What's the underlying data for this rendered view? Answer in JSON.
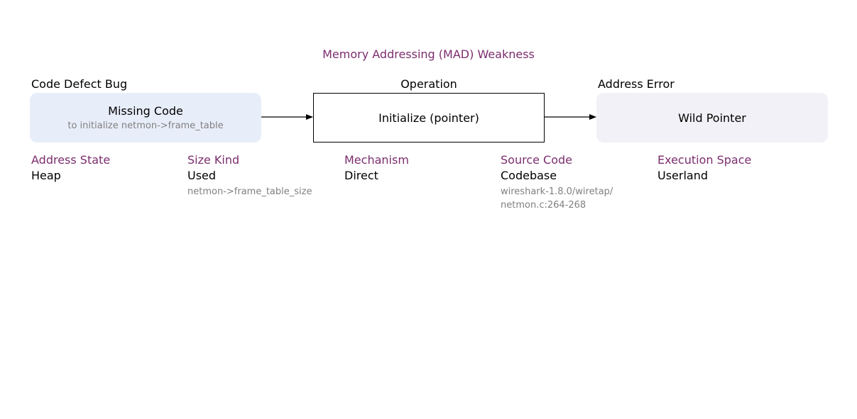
{
  "title": "Memory Addressing (MAD) Weakness",
  "columns": {
    "defect_label": "Code Defect Bug",
    "operation_label": "Operation",
    "error_label": "Address Error"
  },
  "boxes": {
    "defect": {
      "main": "Missing Code",
      "sub": "to initialize netmon->frame_table"
    },
    "operation": {
      "main": "Initialize (pointer)"
    },
    "error": {
      "main": "Wild Pointer"
    }
  },
  "attributes": {
    "address_state": {
      "name": "Address State",
      "value": "Heap"
    },
    "size_kind": {
      "name": "Size Kind",
      "value": "Used",
      "note": "netmon->frame_table_size"
    },
    "mechanism": {
      "name": "Mechanism",
      "value": "Direct"
    },
    "source_code": {
      "name": "Source Code",
      "value": "Codebase",
      "note": "wireshark-1.8.0/wiretap/netmon.c:264-268"
    },
    "execution_space": {
      "name": "Execution Space",
      "value": "Userland"
    }
  },
  "colors": {
    "accent": "#7b2d6e",
    "defect_box_fill": "#e8eef9",
    "error_box_fill": "#f2f1f7",
    "note_gray": "#808080"
  }
}
